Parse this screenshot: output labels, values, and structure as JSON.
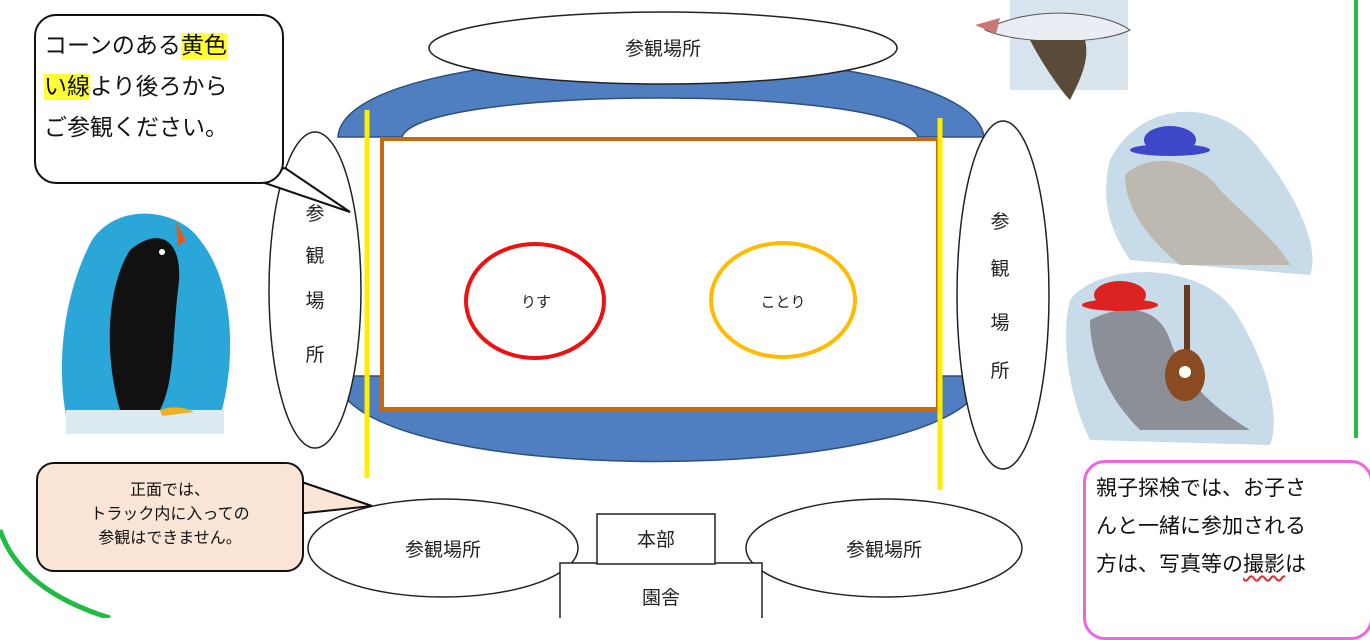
{
  "top_area": "参観場所",
  "left_area": [
    "参",
    "観",
    "場",
    "所"
  ],
  "right_area": [
    "参",
    "観",
    "場",
    "所"
  ],
  "bottom_left_area": "参観場所",
  "bottom_right_area": "参観場所",
  "squirrel_label": "りす",
  "bird_label": "ことり",
  "hq_label": "本部",
  "building_label": "園舎",
  "cone_note": {
    "line1_a": "コーンのある",
    "line1_hl": "黄色",
    "line2_hl": "い線",
    "line2_b": "より後ろから",
    "line3": "ご参観ください。"
  },
  "front_note": [
    "正面では、",
    "トラック内に入っての",
    "参観はできません。"
  ],
  "parent_note": {
    "line1": "親子探検では、お子さ",
    "line2": "んと一緒に参加される",
    "line3_a": "方は、写真等の",
    "line3_u": "撮影",
    "line3_b": "は"
  },
  "colors": {
    "track": "#4f7fc0",
    "field_border": "#c56a12",
    "cone_line": "#ffee00",
    "squirrel_circle": "#ee1111",
    "bird_circle": "#ffbb00",
    "page_border": "#22bb44",
    "parent_note_border": "#ee66dd",
    "front_note_fill": "#fbe5d6"
  }
}
